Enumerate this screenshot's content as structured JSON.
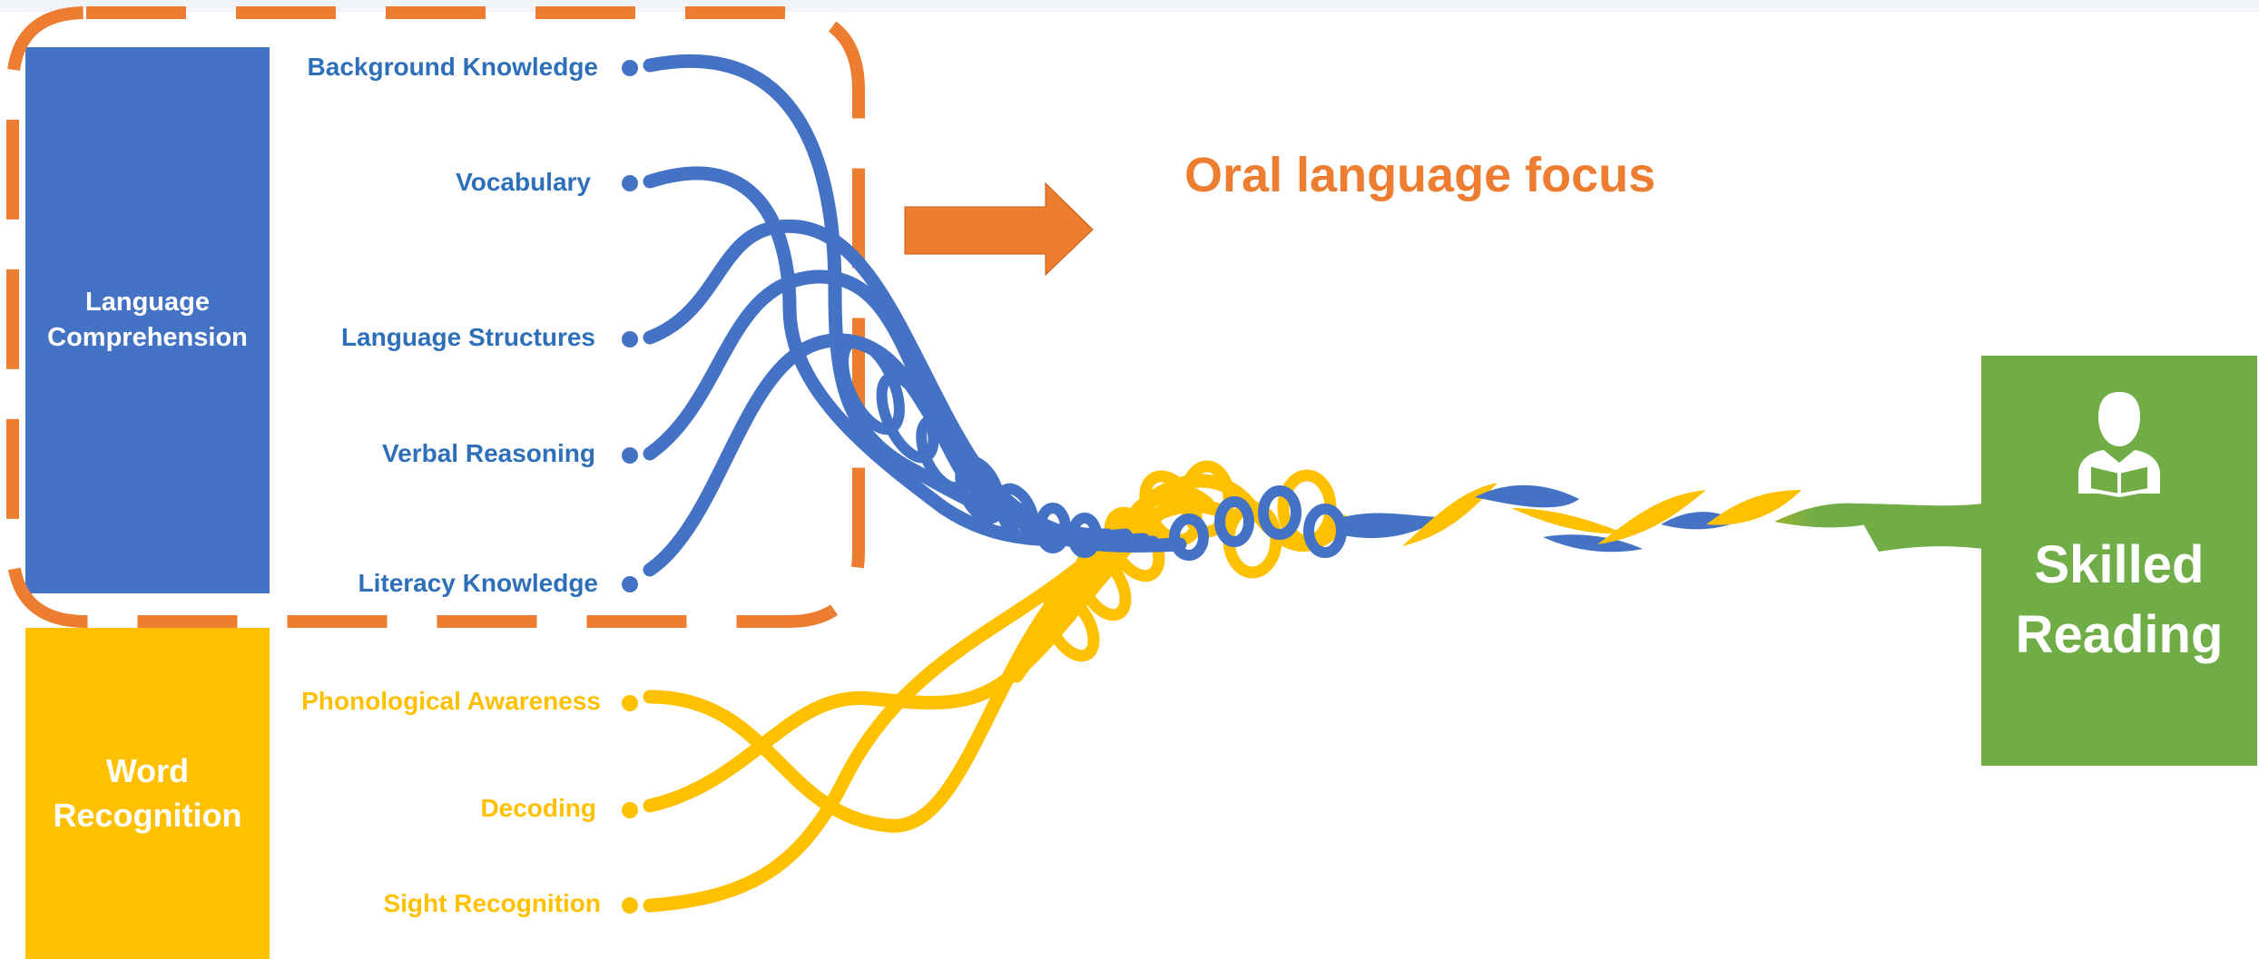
{
  "colors": {
    "language": "#4472c4",
    "word": "#ffc000",
    "skilled": "#70ad47",
    "focus": "#ed7d31",
    "blue_text": "#2e6fba"
  },
  "boxes": {
    "language_comprehension": "Language Comprehension",
    "word_recognition": "Word Recognition",
    "skilled_reading": "Skilled Reading"
  },
  "icons": {
    "reader": "person-reading-icon",
    "arrow": "right-arrow-icon"
  },
  "language_strands": [
    "Background Knowledge",
    "Vocabulary",
    "Language Structures",
    "Verbal Reasoning",
    "Literacy Knowledge"
  ],
  "word_strands": [
    "Phonological Awareness",
    "Decoding",
    "Sight Recognition"
  ],
  "callout": "Oral language focus"
}
